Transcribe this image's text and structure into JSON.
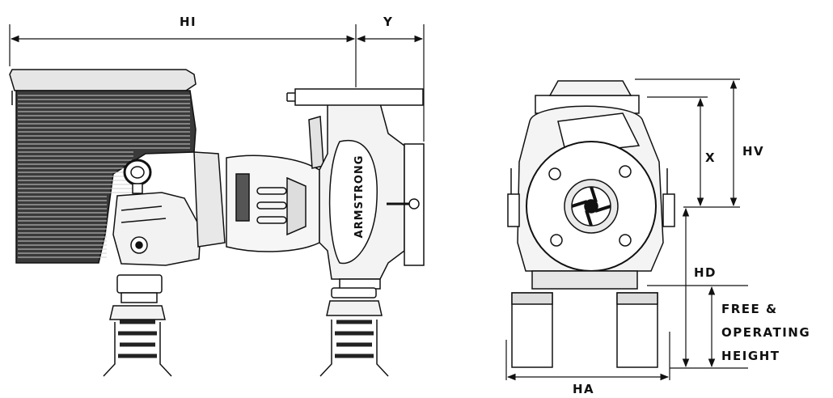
{
  "drawing": {
    "brand_text": "ARMSTRONG",
    "dimensions": {
      "HI": "HI",
      "Y": "Y",
      "X": "X",
      "HV": "HV",
      "HD": "HD",
      "HA": "HA",
      "free_height_lines": [
        "FREE &",
        "OPERATING",
        "HEIGHT"
      ]
    },
    "colors": {
      "line": "#111111",
      "fill_light": "#f4f4f4",
      "fill_mid": "#d9d9d9",
      "fill_dark": "#2a2a2a"
    }
  }
}
